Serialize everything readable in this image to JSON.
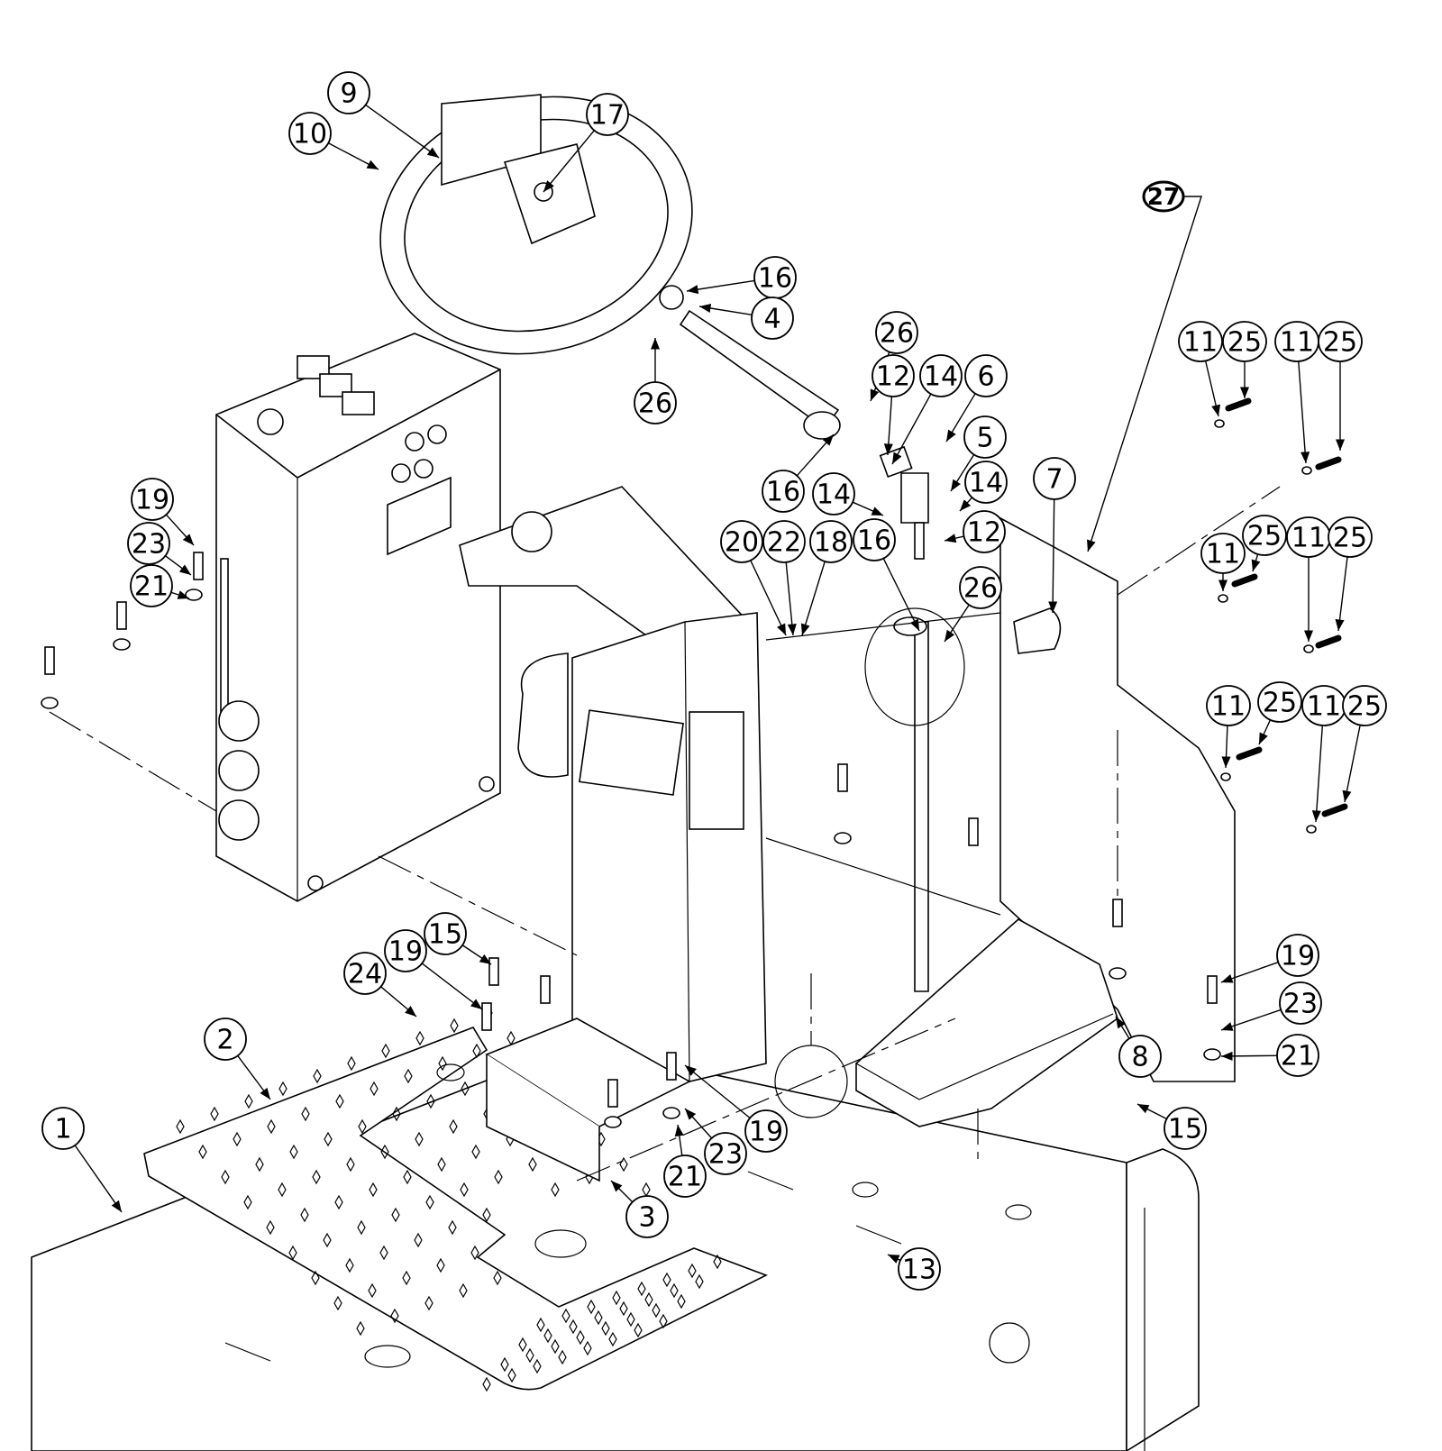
{
  "diagram": {
    "type": "exploded parts diagram",
    "line_color": "#000000",
    "background": "#ffffff",
    "callouts": [
      {
        "label": "9"
      },
      {
        "label": "10"
      },
      {
        "label": "17"
      },
      {
        "label": "27"
      },
      {
        "label": "16"
      },
      {
        "label": "4"
      },
      {
        "label": "26"
      },
      {
        "label": "26"
      },
      {
        "label": "12"
      },
      {
        "label": "14"
      },
      {
        "label": "6"
      },
      {
        "label": "5"
      },
      {
        "label": "16"
      },
      {
        "label": "14"
      },
      {
        "label": "14"
      },
      {
        "label": "7"
      },
      {
        "label": "20"
      },
      {
        "label": "22"
      },
      {
        "label": "18"
      },
      {
        "label": "16"
      },
      {
        "label": "12"
      },
      {
        "label": "26"
      },
      {
        "label": "11"
      },
      {
        "label": "25"
      },
      {
        "label": "11"
      },
      {
        "label": "25"
      },
      {
        "label": "11"
      },
      {
        "label": "25"
      },
      {
        "label": "11"
      },
      {
        "label": "25"
      },
      {
        "label": "11"
      },
      {
        "label": "25"
      },
      {
        "label": "11"
      },
      {
        "label": "25"
      },
      {
        "label": "19"
      },
      {
        "label": "23"
      },
      {
        "label": "21"
      },
      {
        "label": "15"
      },
      {
        "label": "19"
      },
      {
        "label": "24"
      },
      {
        "label": "2"
      },
      {
        "label": "1"
      },
      {
        "label": "19"
      },
      {
        "label": "23"
      },
      {
        "label": "21"
      },
      {
        "label": "8"
      },
      {
        "label": "15"
      },
      {
        "label": "19"
      },
      {
        "label": "23"
      },
      {
        "label": "21"
      },
      {
        "label": "3"
      },
      {
        "label": "13"
      }
    ]
  }
}
